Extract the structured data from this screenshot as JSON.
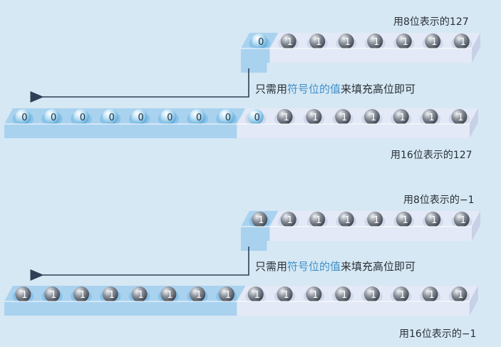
{
  "sections": [
    {
      "source_label": "用8位表示的127",
      "target_label": "用16位表示的127",
      "note": {
        "pre": "只需用",
        "highlight": "符号位的值",
        "post": "来填充高位即可"
      },
      "source_bits": [
        "0",
        "1",
        "1",
        "1",
        "1",
        "1",
        "1",
        "1"
      ],
      "target_bits": [
        "0",
        "0",
        "0",
        "0",
        "0",
        "0",
        "0",
        "0",
        "0",
        "1",
        "1",
        "1",
        "1",
        "1",
        "1",
        "1"
      ]
    },
    {
      "source_label": "用8位表示的−1",
      "target_label": "用16位表示的−1",
      "note": {
        "pre": "只需用",
        "highlight": "符号位的值",
        "post": "来填充高位即可"
      },
      "source_bits": [
        "1",
        "1",
        "1",
        "1",
        "1",
        "1",
        "1",
        "1"
      ],
      "target_bits": [
        "1",
        "1",
        "1",
        "1",
        "1",
        "1",
        "1",
        "1",
        "1",
        "1",
        "1",
        "1",
        "1",
        "1",
        "1",
        "1"
      ]
    }
  ],
  "colors": {
    "background": "#d6e8f4",
    "sign_tray": "#a9d2ef",
    "sign_tray_dark": "#7dbbe6",
    "value_tray": "#e3e9f6",
    "value_tray_dark": "#c7d0e6",
    "ball_zero": "#a6d3ee",
    "ball_one": "#6f7682",
    "arrow": "#2f3f55",
    "highlight": "#3f8fc8"
  }
}
